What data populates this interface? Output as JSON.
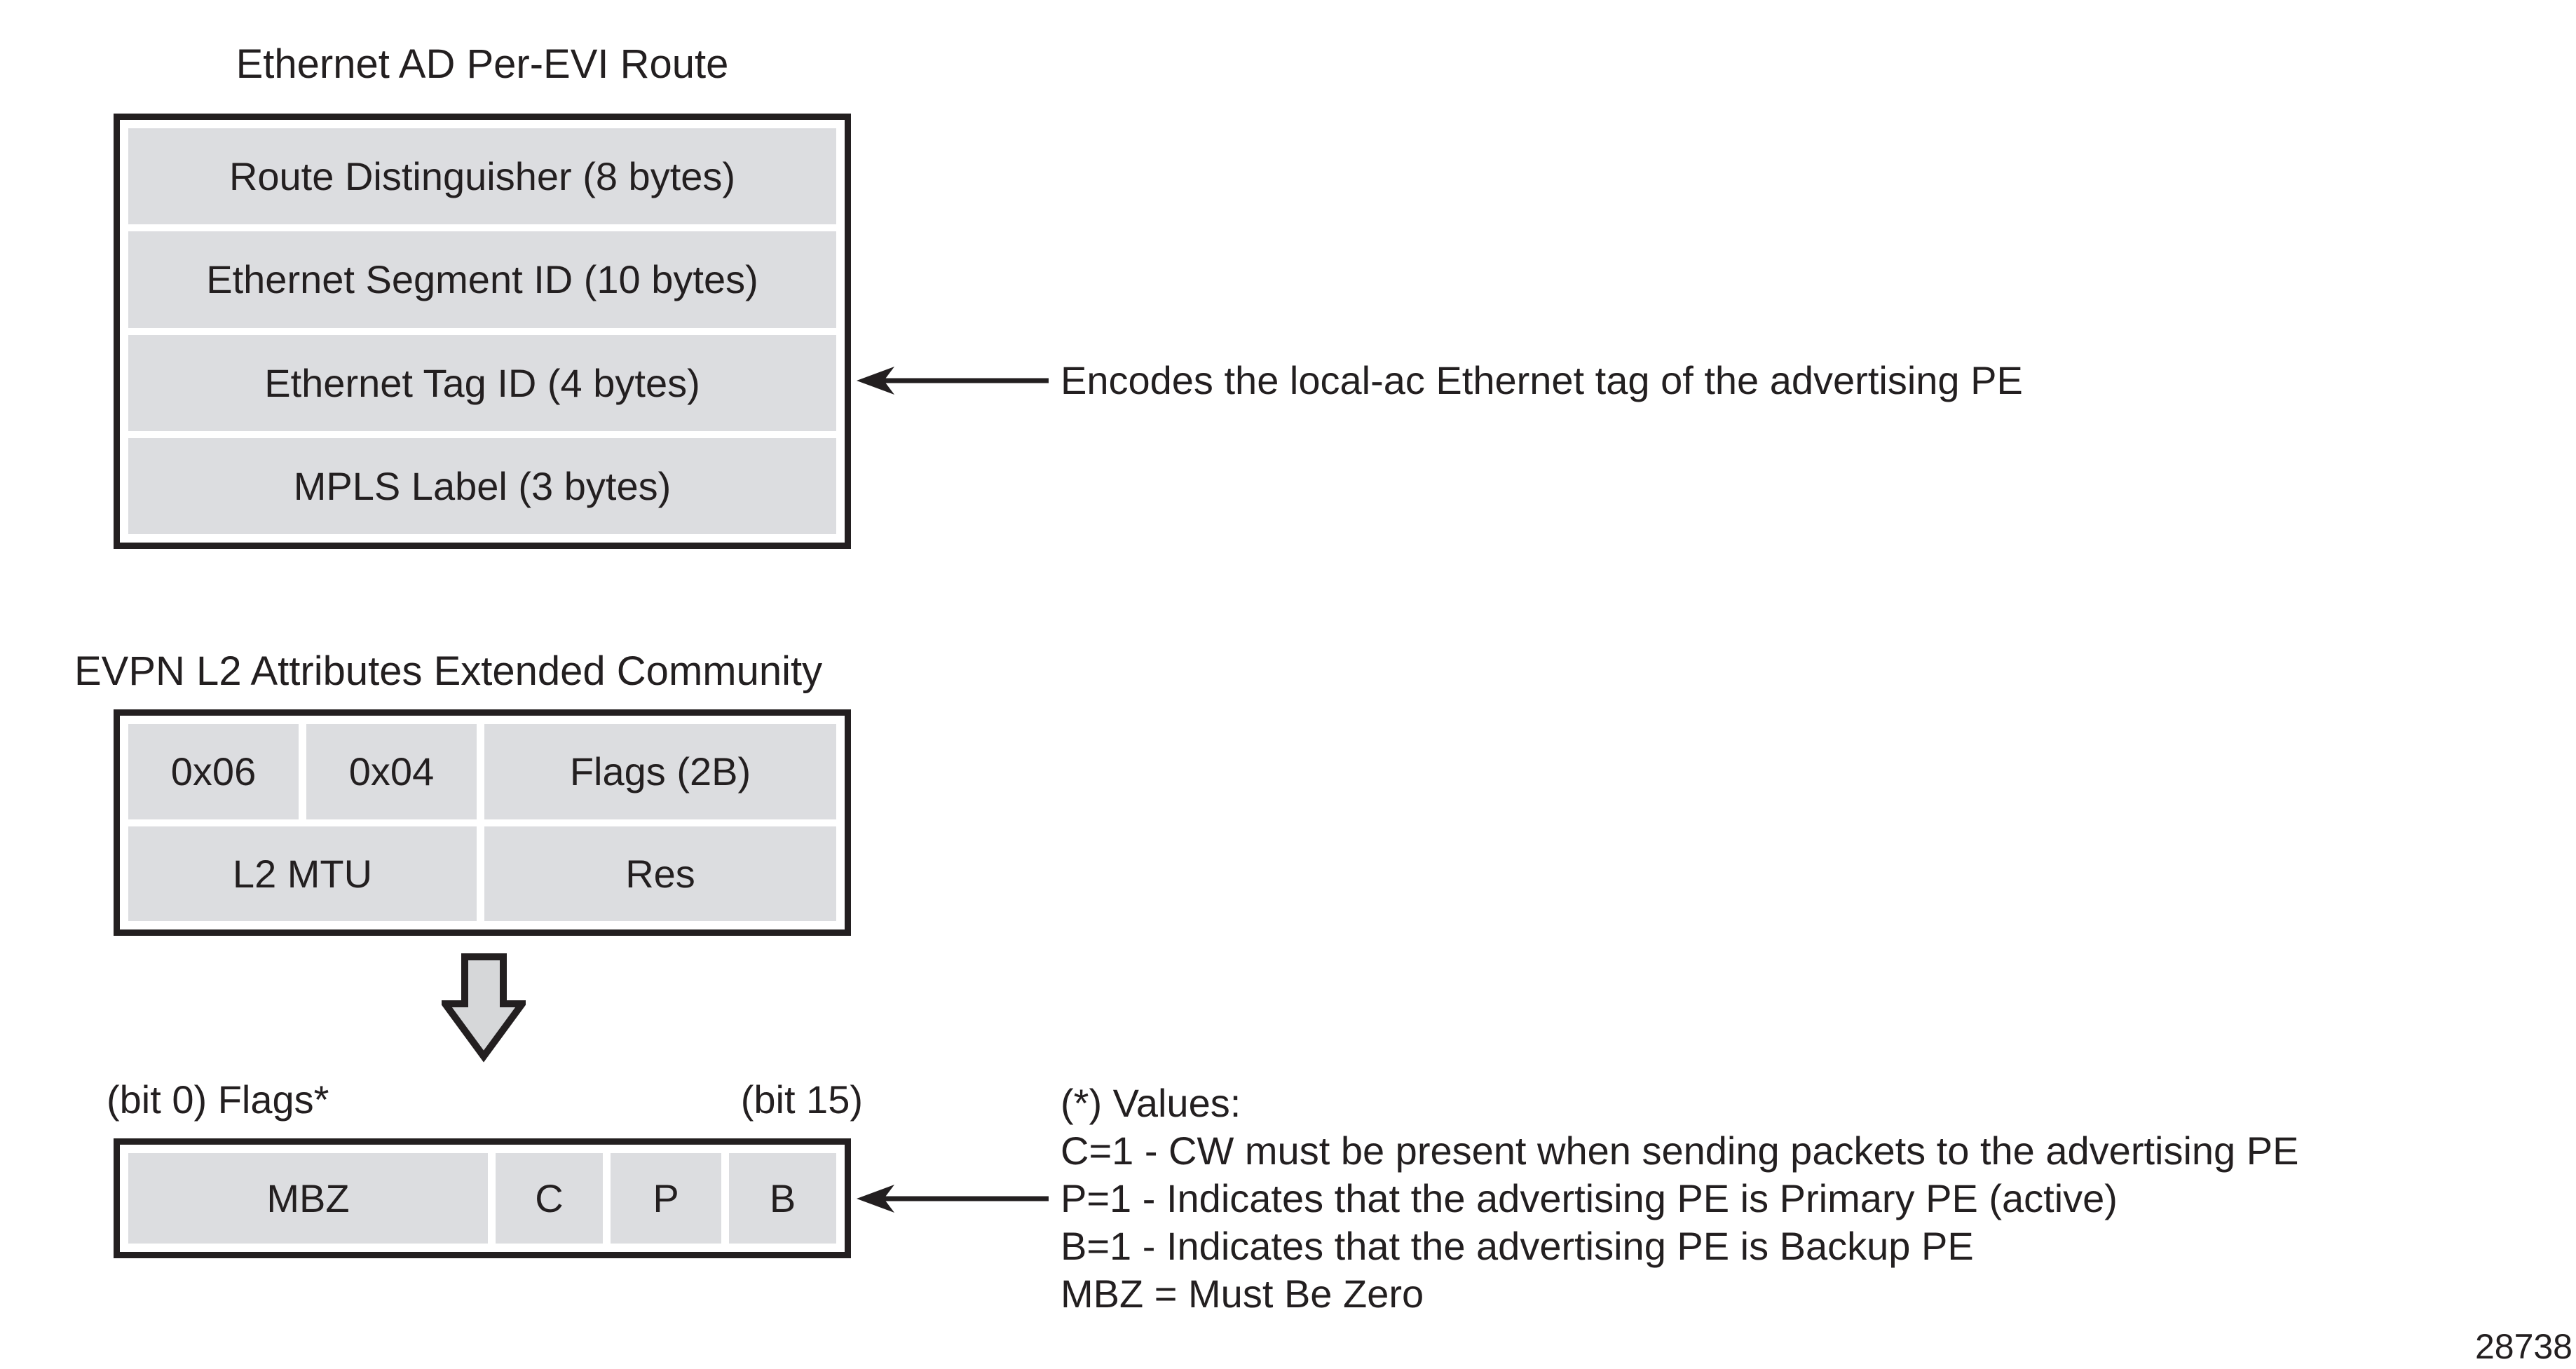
{
  "route_section": {
    "title": "Ethernet AD Per-EVI Route",
    "rows": [
      "Route Distinguisher (8 bytes)",
      "Ethernet Segment ID (10 bytes)",
      "Ethernet Tag ID (4 bytes)",
      "MPLS Label (3 bytes)"
    ],
    "annotation": "Encodes the local-ac Ethernet tag of the advertising PE"
  },
  "community_section": {
    "title": "EVPN L2 Attributes Extended Community",
    "row1": [
      "0x06",
      "0x04",
      "Flags (2B)"
    ],
    "row2": [
      "L2 MTU",
      "Res"
    ]
  },
  "flags_section": {
    "bit0_label": "(bit 0) Flags*",
    "bit15_label": "(bit 15)",
    "cells": [
      "MBZ",
      "C",
      "P",
      "B"
    ],
    "values_note": [
      "(*) Values:",
      "C=1 - CW must be present when sending packets to the advertising PE",
      "P=1 - Indicates that the advertising PE is Primary PE (active)",
      "B=1 - Indicates that the advertising PE is Backup PE",
      "MBZ = Must Be Zero"
    ]
  },
  "figure_number": "28738",
  "colors": {
    "ink": "#231f20",
    "cell_fill": "#dcdde0",
    "arrow_fill": "#d6d7d9"
  }
}
